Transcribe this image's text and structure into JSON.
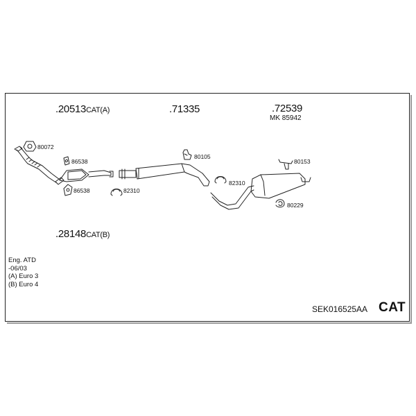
{
  "parts": {
    "part_20513": {
      "number": ".20513",
      "suffix": "CAT(A)"
    },
    "part_71335": {
      "number": ".71335"
    },
    "part_72539": {
      "number": ".72539",
      "kit": "MK  85942"
    },
    "part_28148": {
      "number": ".28148",
      "suffix": "CAT(B)"
    }
  },
  "accessories": {
    "a80072": "80072",
    "a86538_top": "86538",
    "a86538_bottom": "86538",
    "a82310_left": "82310",
    "a80105": "80105",
    "a82310_right": "82310",
    "a80153": "80153",
    "a80229": "80229"
  },
  "notes": {
    "line1": "Eng. ATD",
    "line2": "-06/03",
    "line3": "(A) Euro 3",
    "line4": "(B) Euro 4"
  },
  "footer": {
    "code": "SEK016525AA",
    "badge": "CAT"
  },
  "colors": {
    "line": "#222222",
    "frame_shadow": "#9a9a9a"
  }
}
